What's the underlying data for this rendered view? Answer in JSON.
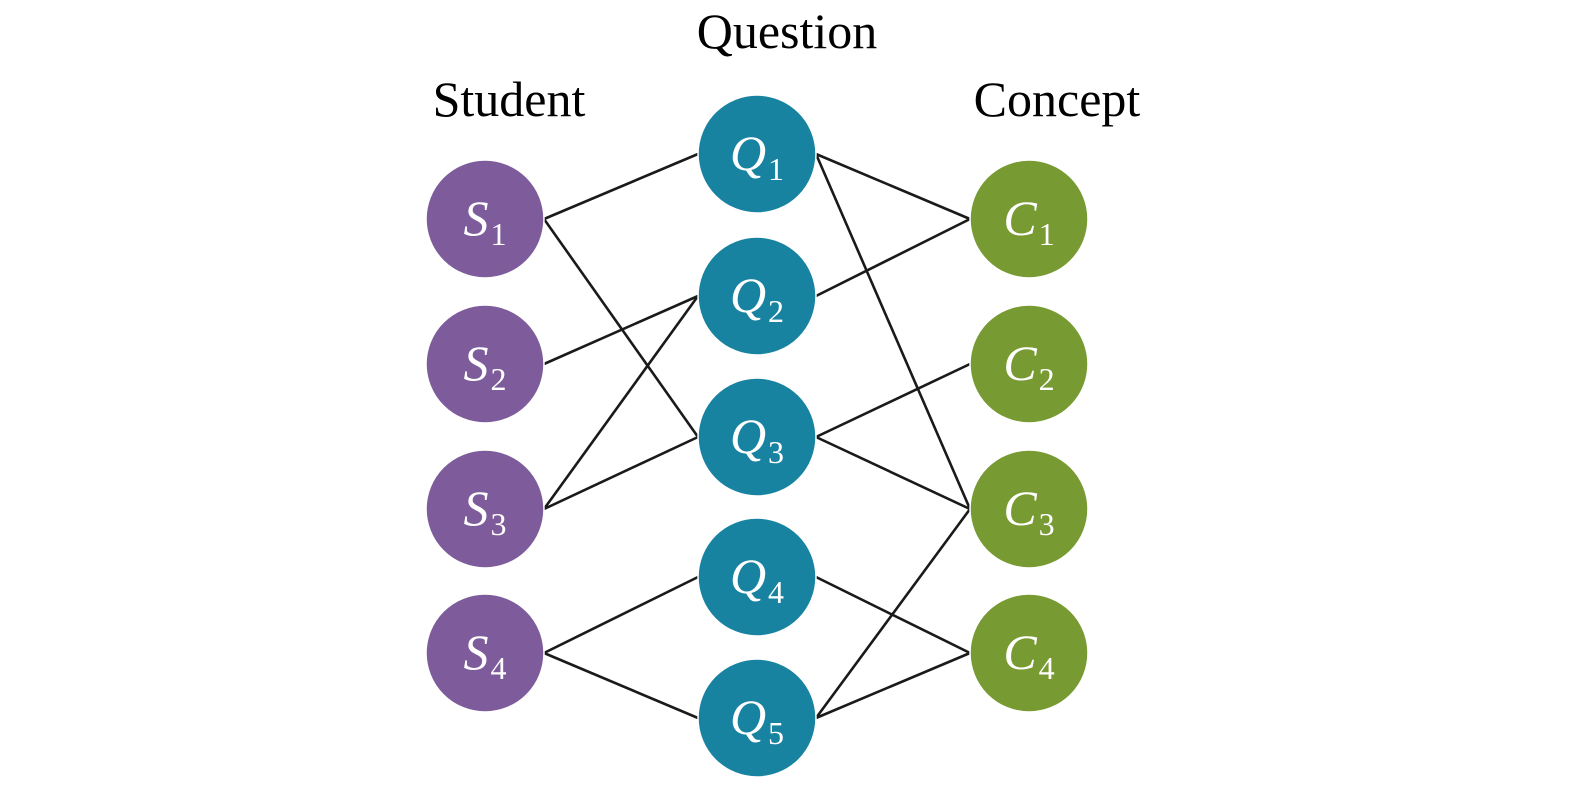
{
  "headers": {
    "student": "Student",
    "question": "Question",
    "concept": "Concept"
  },
  "colors": {
    "student": "#7e5c9c",
    "question": "#1883a1",
    "concept": "#789a32",
    "edge": "#1a1a1a"
  },
  "students": [
    {
      "id": "S1",
      "letter": "S",
      "sub": "1"
    },
    {
      "id": "S2",
      "letter": "S",
      "sub": "2"
    },
    {
      "id": "S3",
      "letter": "S",
      "sub": "3"
    },
    {
      "id": "S4",
      "letter": "S",
      "sub": "4"
    }
  ],
  "questions": [
    {
      "id": "Q1",
      "letter": "Q",
      "sub": "1"
    },
    {
      "id": "Q2",
      "letter": "Q",
      "sub": "2"
    },
    {
      "id": "Q3",
      "letter": "Q",
      "sub": "3"
    },
    {
      "id": "Q4",
      "letter": "Q",
      "sub": "4"
    },
    {
      "id": "Q5",
      "letter": "Q",
      "sub": "5"
    }
  ],
  "concepts": [
    {
      "id": "C1",
      "letter": "C",
      "sub": "1"
    },
    {
      "id": "C2",
      "letter": "C",
      "sub": "2"
    },
    {
      "id": "C3",
      "letter": "C",
      "sub": "3"
    },
    {
      "id": "C4",
      "letter": "C",
      "sub": "4"
    }
  ],
  "edges": [
    [
      "S1",
      "Q1"
    ],
    [
      "S1",
      "Q3"
    ],
    [
      "S2",
      "Q2"
    ],
    [
      "S3",
      "Q2"
    ],
    [
      "S3",
      "Q3"
    ],
    [
      "S4",
      "Q4"
    ],
    [
      "S4",
      "Q5"
    ],
    [
      "Q1",
      "C1"
    ],
    [
      "Q1",
      "C3"
    ],
    [
      "Q2",
      "C1"
    ],
    [
      "Q3",
      "C2"
    ],
    [
      "Q3",
      "C3"
    ],
    [
      "Q4",
      "C4"
    ],
    [
      "Q5",
      "C3"
    ],
    [
      "Q5",
      "C4"
    ]
  ]
}
